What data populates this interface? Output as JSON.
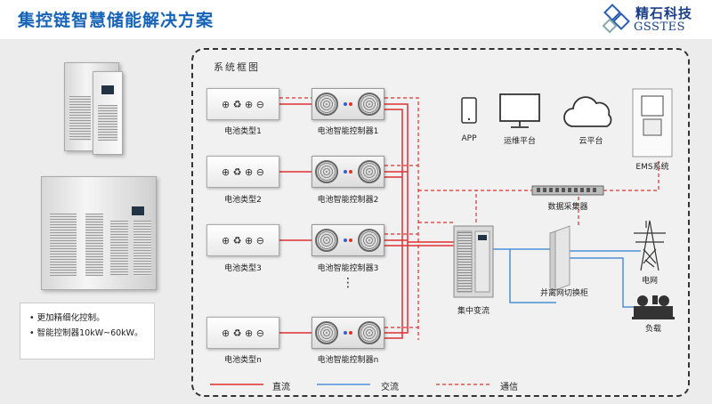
{
  "header": {
    "title": "集控链智慧储能解决方案",
    "logo_cn": "精石科技",
    "logo_en": "GSSTES"
  },
  "diagram": {
    "frame_label": "系统框图",
    "batteries": [
      {
        "label": "电池类型1",
        "symbols": "⊕ ♻ ⊕ ⊖"
      },
      {
        "label": "电池类型2",
        "symbols": "⊕ ♻ ⊕ ⊖"
      },
      {
        "label": "电池类型3",
        "symbols": "⊕ ♻ ⊕ ⊖"
      },
      {
        "label": "电池类型n",
        "symbols": "⊕ ♻ ⊕ ⊖"
      }
    ],
    "controllers": [
      {
        "label": "电池智能控制器1"
      },
      {
        "label": "电池智能控制器2"
      },
      {
        "label": "电池智能控制器3"
      },
      {
        "label": "电池智能控制器n"
      }
    ],
    "ellipsis": "⋮",
    "devices": {
      "app": "APP",
      "ops_platform": "运维平台",
      "cloud": "云平台",
      "ems": "EMS系统",
      "collector": "数据采集器",
      "central_converter": "集中变流",
      "switch_cabinet": "并离网切换柜",
      "grid": "电网",
      "load": "负载"
    },
    "legend": [
      {
        "label": "直流",
        "color": "#e03030",
        "style": "solid"
      },
      {
        "label": "交流",
        "color": "#4a8fd8",
        "style": "solid"
      },
      {
        "label": "通信",
        "color": "#e03030",
        "style": "dashed"
      }
    ]
  },
  "notes": [
    "• 更加精细化控制。",
    "• 智能控制器10kW~60kW。"
  ],
  "colors": {
    "title": "#1763b8",
    "dc": "#e03030",
    "ac": "#4a8fd8",
    "comm": "#e03030"
  }
}
